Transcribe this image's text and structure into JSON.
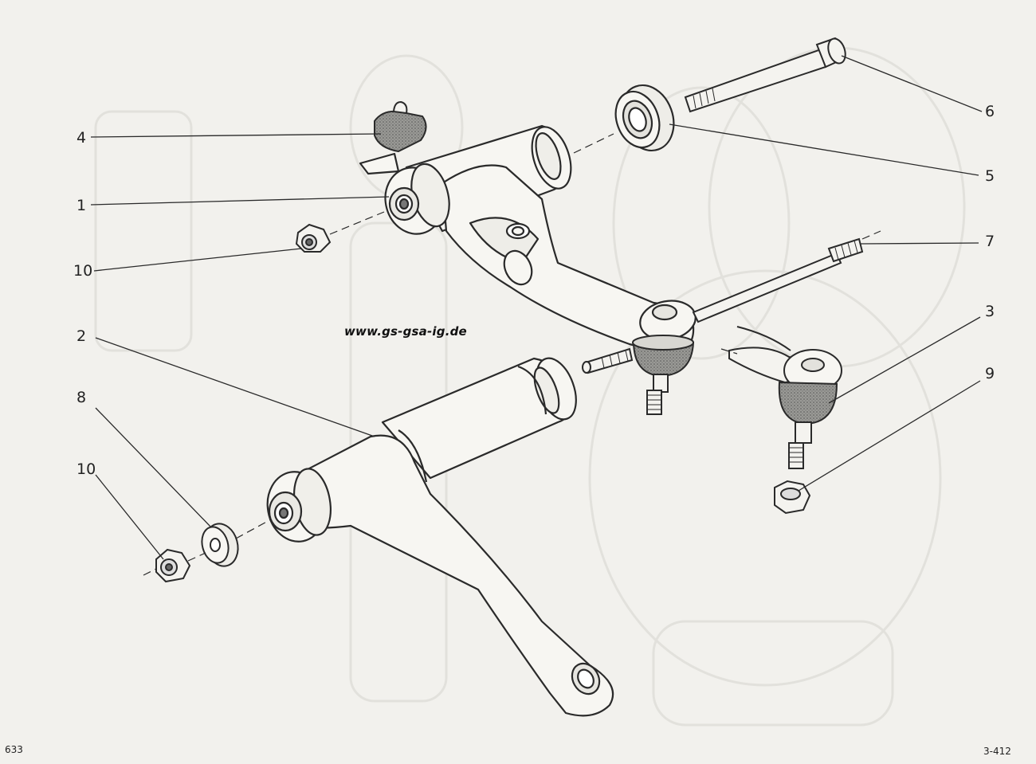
{
  "watermark": "www.gs-gsa-ig.de",
  "page_number_left": "633",
  "page_number_right": "3-412",
  "callouts": {
    "c1": "1",
    "c2": "2",
    "c3": "3",
    "c4": "4",
    "c5": "5",
    "c6": "6",
    "c7": "7",
    "c8": "8",
    "c9": "9",
    "c10_upper": "10",
    "c10_lower": "10"
  },
  "colors": {
    "ink": "#2a2a2a",
    "paper": "#f2f1ed",
    "rubber": "#8a8a86"
  }
}
